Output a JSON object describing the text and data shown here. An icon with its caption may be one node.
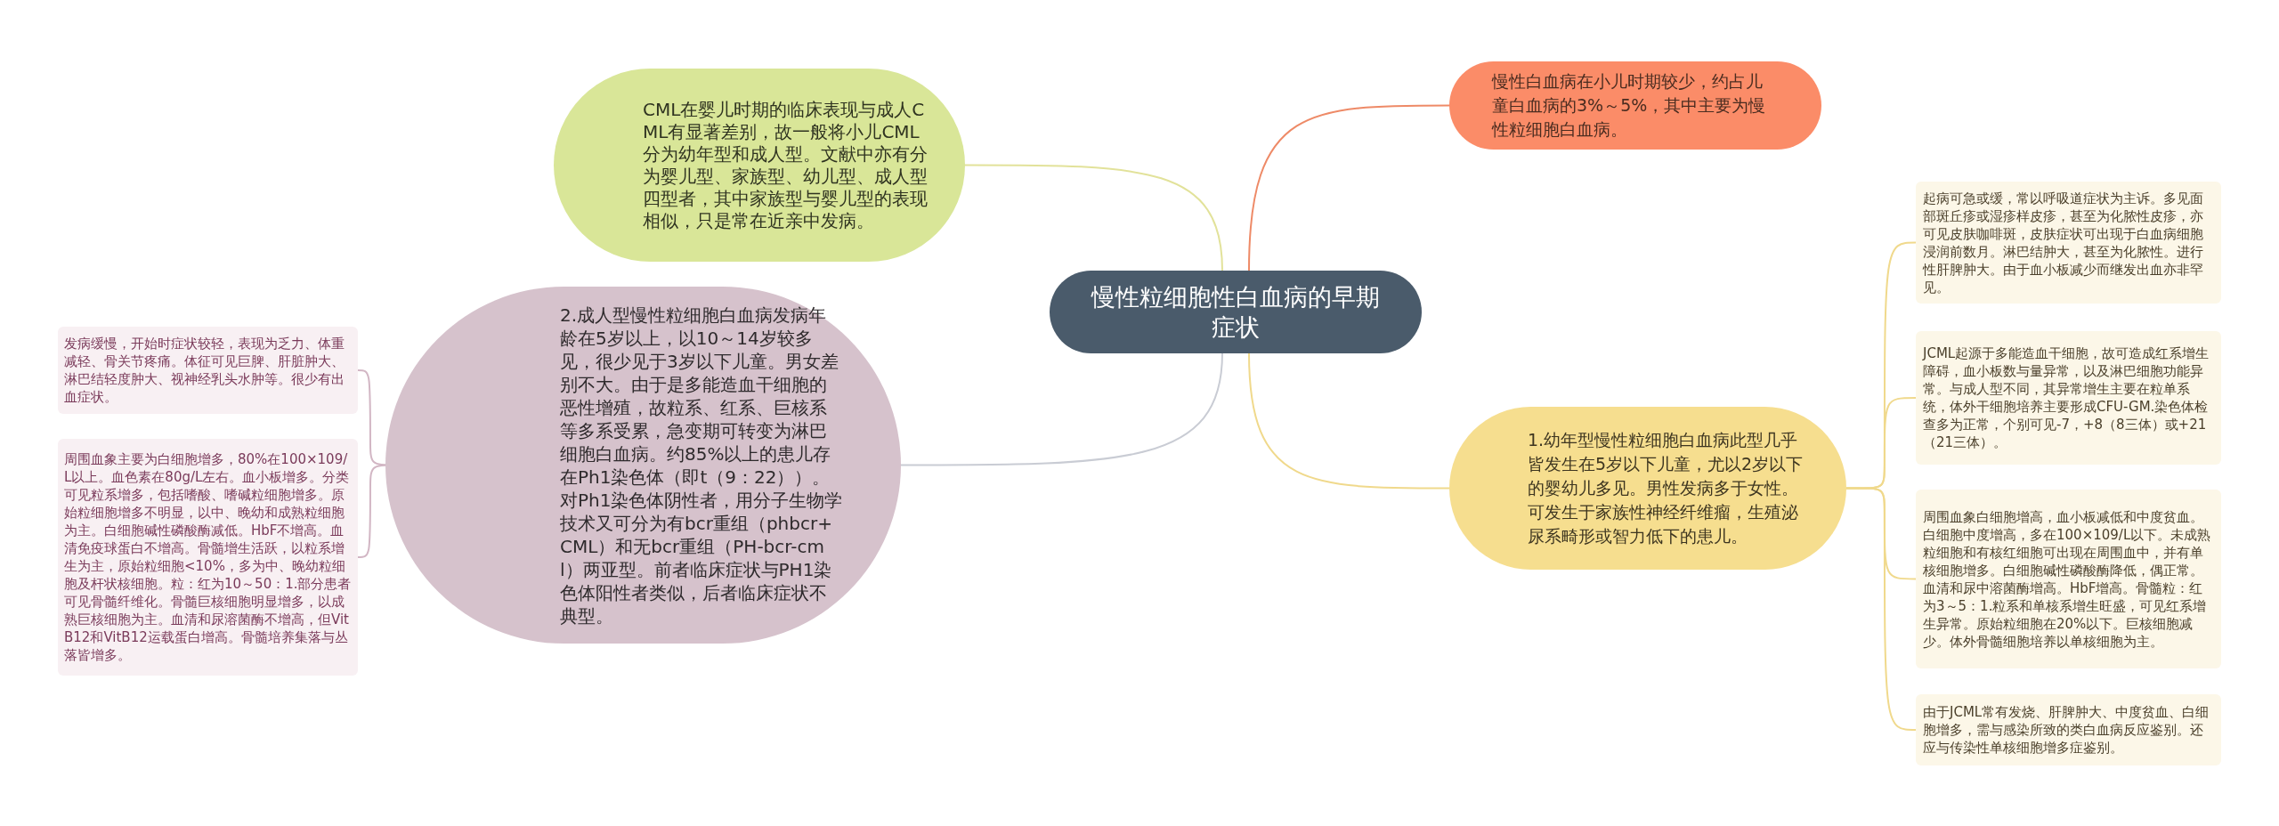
{
  "diagram": {
    "nodes": [
      {
        "text": [
          "慢性粒细胞性白血病的早期症状"
        ]
      },
      {
        "text": [
          "慢性白血病在小儿时期较少，约占儿童白血病的3%～5%，其中主要为慢性粒细胞白血病。"
        ]
      },
      {
        "text": [
          "1.幼年型慢性粒细胞白血病此型几乎皆发生在5岁以下儿童，尤以2岁以下的婴幼儿多见。男性发病多于女性。可发生于家族性神经纤维瘤，生殖泌尿系畸形或智力低下的患儿。"
        ]
      },
      {
        "text": [
          "起病可急或缓，常以呼吸道症状为主诉。多见面部斑丘疹或湿疹样皮疹，甚至为化脓性皮疹，亦可见皮肤咖啡斑，皮肤症状可出现于白血病细胞浸润前数月。淋巴结肿大，甚至为化脓性。进行性肝脾肿大。由于血小板减少而继发出血亦非罕见。"
        ]
      },
      {
        "text": [
          "JCML起源于多能造血干细胞，故可造成红系增生障碍，血小板数与量异常，以及淋巴细胞功能异常。与成人型不同，其异常增生主要在粒单系统，体外干细胞培养主要形成CFU-GM.染色体检查多为正常，个别可见-7，+8（8三体）或+21（21三体）。"
        ]
      },
      {
        "text": [
          "周围血象白细胞增高，血小板减低和中度贫血。白细胞中度增高，多在100×109/L以下。未成熟粒细胞和有核红细胞可出现在周围血中，并有单核细胞增多。白细胞碱性磷酸酶降低，偶正常。血清和尿中溶菌酶增高。HbF增高。骨髓粒：红为3～5：1.粒系和单核系增生旺盛，可见红系增生异常。原始粒细胞在20%以下。巨核细胞减少。体外骨髓细胞培养以单核细胞为主。"
        ]
      },
      {
        "text": [
          "由于JCML常有发烧、肝脾肿大、中度贫血、白细胞增多，需与感染所致的类白血病反应鉴别。还应与传染性单核细胞增多症鉴别。"
        ]
      },
      {
        "text": [
          "CML在婴儿时期的临床表现与成人CML有显著差别，故一般将小儿CML分为幼年型和成人型。文献中亦有分为婴儿型、家族型、幼儿型、成人型四型者，其中家族型与婴儿型的表现相似，只是常在近亲中发病。"
        ]
      },
      {
        "text": [
          "2.成人型慢性粒细胞白血病发病年龄在5岁以上，以10～14岁较多见，很少见于3岁以下儿童。男女差别不大。由于是多能造血干细胞的恶性增殖，故粒系、红系、巨核系等多系受累，急变期可转变为淋巴细胞白血病。约85%以上的患儿存在Ph1染色体（即t（9：22））。对Ph1染色体阴性者，用分子生物学技术又可分为有bcr重组（phbcr+CML）和无bcr重组（PH-bcr-cml）两亚型。前者临床症状与PH1染色体阳性者类似，后者临床症状不典型。"
        ]
      },
      {
        "text": [
          "发病缓慢，开始时症状较轻，表现为乏力、体重减轻、骨关节疼痛。体征可见巨脾、肝脏肿大、淋巴结轻度肿大、视神经乳头水肿等。很少有出血症状。"
        ]
      },
      {
        "text": [
          "周围血象主要为白细胞增多，80%在100×109/L以上。血色素在80g/L左右。血小板增多。分类可见粒系增多，包括嗜酸、嗜碱粒细胞增多。原始粒细胞增多不明显，以中、晚幼和成熟粒细胞为主。白细胞碱性磷酸酶减低。HbF不增高。血清免疫球蛋白不增高。骨髓增生活跃，以粒系增生为主，原始粒细胞<10%，多为中、晚幼粒细胞及杆状核细胞。粒：红为10～50：1.部分患者可见骨髓纤维化。骨髓巨核细胞明显增多，以成熟巨核细胞为主。血清和尿溶菌酶不增高，但VitB12和VitB12运载蛋白增高。骨髓培养集落与丛落皆增多。"
        ]
      }
    ],
    "edges": [
      {
        "from": 0,
        "to": 1,
        "arrow": "none",
        "color": "#ee8a67"
      },
      {
        "from": 0,
        "to": 2,
        "arrow": "none",
        "color": "#f0d98c"
      },
      {
        "from": 2,
        "to": 3,
        "arrow": "none",
        "color": "#f0d98c"
      },
      {
        "from": 2,
        "to": 4,
        "arrow": "none",
        "color": "#f0d98c"
      },
      {
        "from": 2,
        "to": 5,
        "arrow": "none",
        "color": "#f0d98c"
      },
      {
        "from": 2,
        "to": 6,
        "arrow": "none",
        "color": "#f0d98c"
      },
      {
        "from": 0,
        "to": 7,
        "arrow": "none",
        "color": "#e2e29a"
      },
      {
        "from": 0,
        "to": 8,
        "arrow": "none",
        "color": "#c9ccd4"
      },
      {
        "from": 8,
        "to": 9,
        "arrow": "none",
        "color": "#d2b6c4"
      },
      {
        "from": 8,
        "to": 10,
        "arrow": "none",
        "color": "#d2b6c4"
      }
    ]
  }
}
